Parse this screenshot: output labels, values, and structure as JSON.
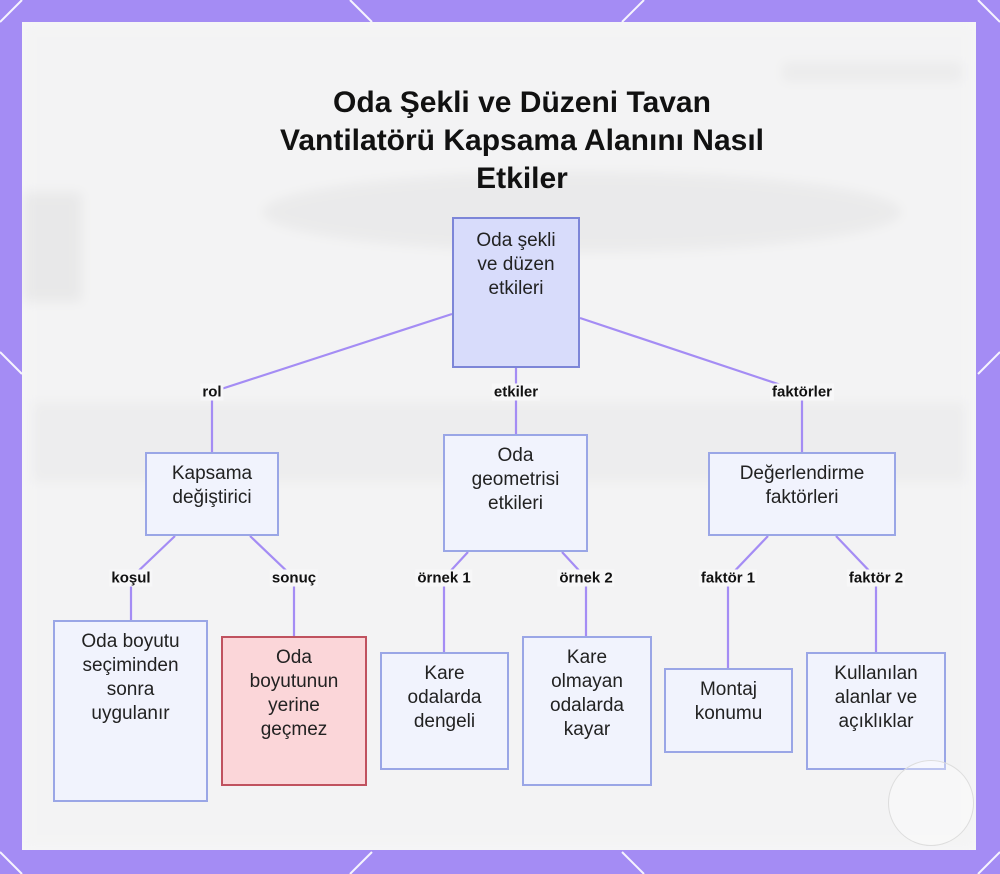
{
  "title": [
    "Oda Şekli ve Düzeni Tavan",
    "Vantilatörü Kapsama Alanını Nasıl",
    "Etkiler"
  ],
  "nodes": {
    "root": [
      "Oda şekli",
      "ve düzen",
      "etkileri"
    ],
    "kapsama": [
      "Kapsama",
      "değiştirici"
    ],
    "geometri": [
      "Oda",
      "geometrisi",
      "etkileri"
    ],
    "degerlendirme": [
      "Değerlendirme",
      "faktörleri"
    ],
    "kosul": [
      "Oda boyutu",
      "seçiminden",
      "sonra",
      "uygulanır"
    ],
    "sonuc": [
      "Oda",
      "boyutunun",
      "yerine",
      "geçmez"
    ],
    "ornek1": [
      "Kare",
      "odalarda",
      "dengeli"
    ],
    "ornek2": [
      "Kare",
      "olmayan",
      "odalarda",
      "kayar"
    ],
    "faktor1": [
      "Montaj",
      "konumu"
    ],
    "faktor2": [
      "Kullanılan",
      "alanlar ve",
      "açıklıklar"
    ]
  },
  "edge_labels": {
    "rol": "rol",
    "etkiler": "etkiler",
    "faktorler": "faktörler",
    "kosul": "koşul",
    "sonuc": "sonuç",
    "ornek1": "örnek 1",
    "ornek2": "örnek 2",
    "faktor1": "faktör 1",
    "faktor2": "faktör 2"
  },
  "colors": {
    "border_purple": "#a48cf4",
    "edge": "#a48cf4",
    "node_fill": "#f1f3fd",
    "node_border": "#9aa6e6",
    "root_fill": "#d8dcfb",
    "highlight_fill": "#fbd6d9",
    "highlight_border": "#c0525f"
  }
}
